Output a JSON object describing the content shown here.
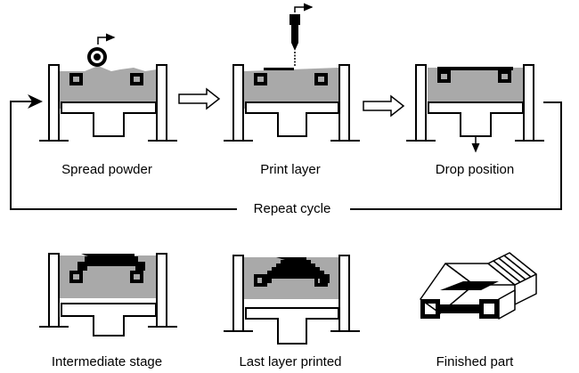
{
  "steps": {
    "spread_powder": "Spread powder",
    "print_layer": "Print layer",
    "drop_position": "Drop position"
  },
  "cycle_label": "Repeat cycle",
  "stages": {
    "intermediate": "Intermediate stage",
    "last_layer": "Last layer printed",
    "finished": "Finished part"
  },
  "colors": {
    "powder": "#a9a9a9",
    "part": "#000000",
    "outline": "#000000",
    "background": "#ffffff"
  },
  "icons": [
    "roller-icon",
    "print-head-icon",
    "process-arrow-icon",
    "drop-arrow-icon",
    "motion-arrow-icon"
  ]
}
